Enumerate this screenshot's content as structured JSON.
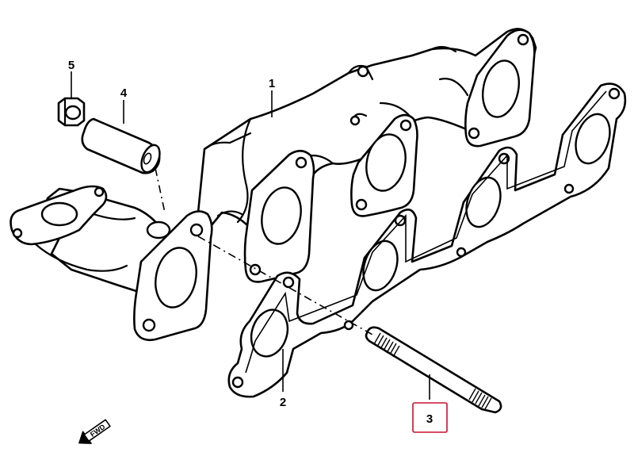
{
  "callouts": {
    "manifold": "1",
    "gasket": "2",
    "stud": "3",
    "spacer": "4",
    "nut": "5"
  },
  "highlighted_callout": "3",
  "fwd_label": "FWD",
  "colors": {
    "line": "#000000",
    "background": "#ffffff",
    "highlight_box": "#c8102e"
  }
}
